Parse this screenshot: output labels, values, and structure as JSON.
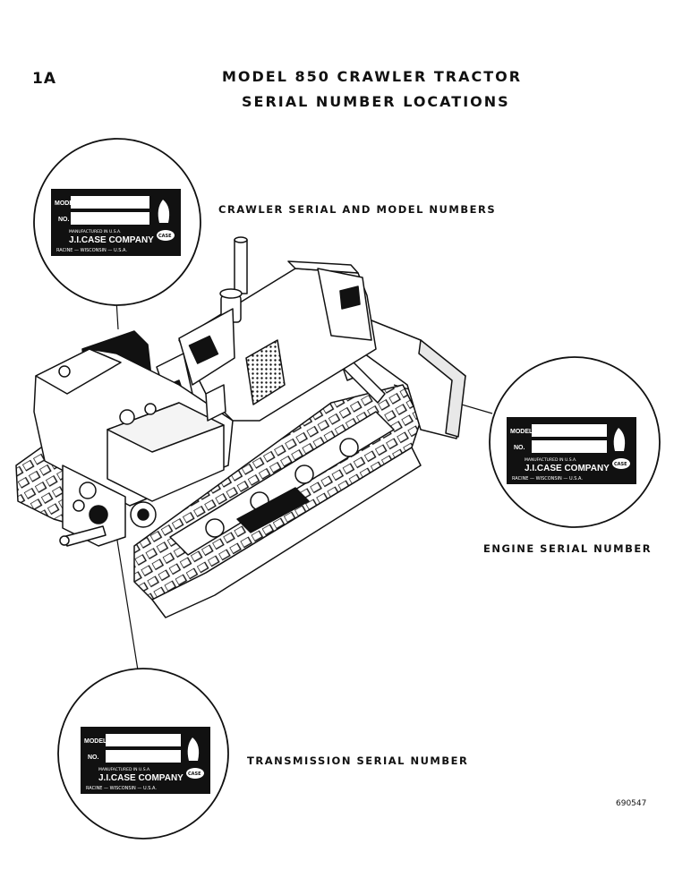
{
  "page_label": "1A",
  "title_line1": "MODEL 850 CRAWLER TRACTOR",
  "title_line2": "SERIAL NUMBER LOCATIONS",
  "captions": {
    "crawler": "CRAWLER SERIAL AND MODEL NUMBERS",
    "engine": "ENGINE SERIAL NUMBER",
    "transmission": "TRANSMISSION SERIAL NUMBER"
  },
  "plate": {
    "model_label": "MODEL",
    "no_label": "NO.",
    "made_in": "MANUFACTURED IN U.S.A.",
    "company": "J.I.CASE COMPANY",
    "location": "RACINE — WISCONSIN — U.S.A.",
    "badge": "CASE"
  },
  "figure_id": "690547",
  "colors": {
    "ink": "#111111",
    "paper": "#ffffff"
  }
}
